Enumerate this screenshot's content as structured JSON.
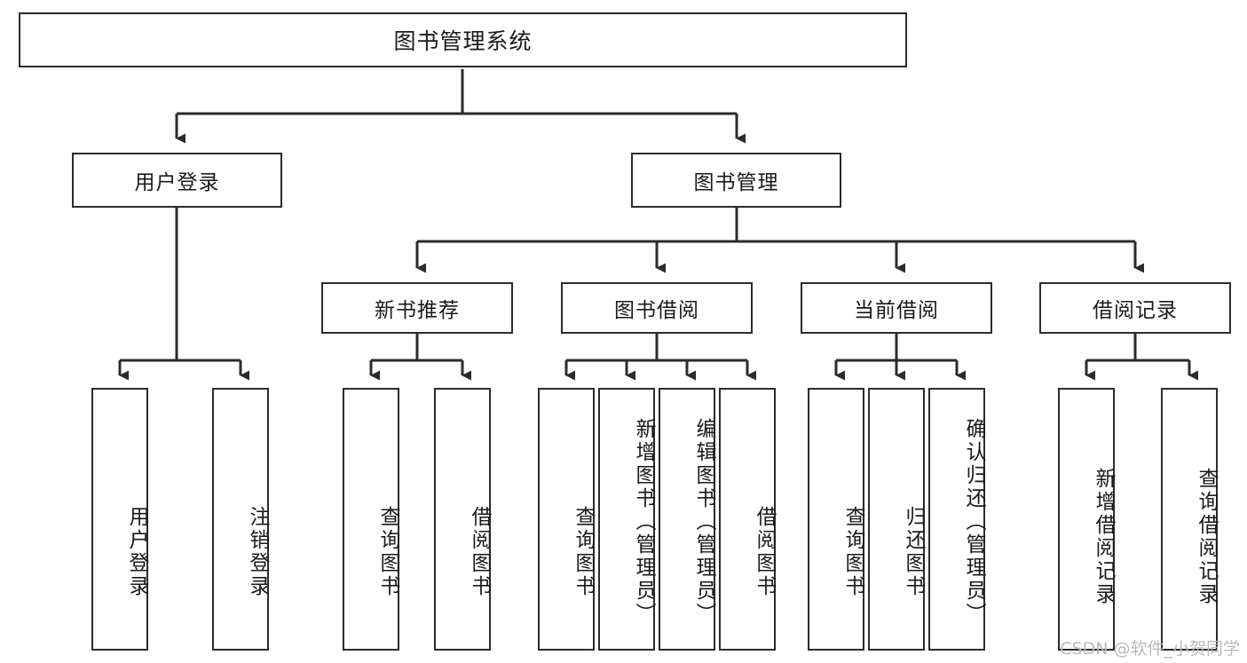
{
  "diagram": {
    "type": "tree",
    "title": "图书管理系统",
    "root": {
      "id": "root",
      "label": "图书管理系统"
    },
    "level2": [
      {
        "id": "user-login",
        "label": "用户登录"
      },
      {
        "id": "book-manage",
        "label": "图书管理"
      }
    ],
    "level3": [
      {
        "id": "new-book-rec",
        "label": "新书推荐",
        "parent": "book-manage"
      },
      {
        "id": "book-borrow",
        "label": "图书借阅",
        "parent": "book-manage"
      },
      {
        "id": "current-borrow",
        "label": "当前借阅",
        "parent": "book-manage"
      },
      {
        "id": "borrow-record",
        "label": "借阅记录",
        "parent": "book-manage"
      }
    ],
    "leaves": [
      {
        "id": "leaf-user-login",
        "label": "用户登录",
        "parent": "user-login"
      },
      {
        "id": "leaf-logout-login",
        "label": "注销登录",
        "parent": "user-login"
      },
      {
        "id": "leaf-query-book-1",
        "label": "查询图书",
        "parent": "new-book-rec"
      },
      {
        "id": "leaf-borrow-book-1",
        "label": "借阅图书",
        "parent": "new-book-rec"
      },
      {
        "id": "leaf-query-book-2",
        "label": "查询图书",
        "parent": "book-borrow"
      },
      {
        "id": "leaf-add-book",
        "label": "新增图书（管理员）",
        "parent": "book-borrow"
      },
      {
        "id": "leaf-edit-book",
        "label": "编辑图书（管理员）",
        "parent": "book-borrow"
      },
      {
        "id": "leaf-borrow-book-2",
        "label": "借阅图书",
        "parent": "book-borrow"
      },
      {
        "id": "leaf-query-book-3",
        "label": "查询图书",
        "parent": "current-borrow"
      },
      {
        "id": "leaf-return-book",
        "label": "归还图书",
        "parent": "current-borrow"
      },
      {
        "id": "leaf-confirm-return",
        "label": "确认归还（管理员）",
        "parent": "current-borrow"
      },
      {
        "id": "leaf-add-record",
        "label": "新增借阅记录",
        "parent": "borrow-record"
      },
      {
        "id": "leaf-query-record",
        "label": "查询借阅记录",
        "parent": "borrow-record"
      }
    ],
    "colors": {
      "box_border": "#2b2b2b",
      "box_fill": "#ffffff",
      "connector": "#2b2b2b",
      "text": "#1a1a1a",
      "watermark": "#b9b9b9",
      "background": "#ffffff"
    }
  },
  "watermark": {
    "text": "CSDN @软件_小贺同学"
  }
}
